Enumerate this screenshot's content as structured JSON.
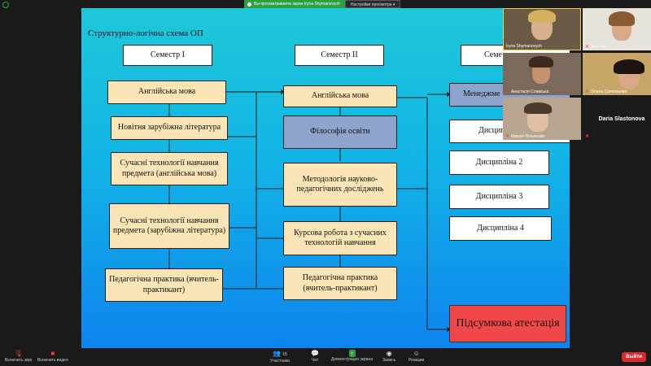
{
  "share_banner": {
    "viewing_text": "Вы просматриваете экран Iryna Shymanovych",
    "view_options": "Настройки просмотра"
  },
  "slide": {
    "title": "Структурно-логічна схема ОП",
    "col1": {
      "header": "Семестр I",
      "items": [
        "Англійська мова",
        "Новітня зарубіжна література",
        "Сучасні технології навчання предмета (англійська мова)",
        "Сучасні технології навчання предмета (зарубіжна література)",
        "Педагогічна практика (вчитель-практикант)"
      ]
    },
    "col2": {
      "header": "Семестр II",
      "items": [
        "Англійська мова",
        "Філософія освіти",
        "Методологія науково-педагогічних досліджень",
        "Курсова робота з сучасних технологій навчання",
        "Педагогічна практика (вчитель-практикант)"
      ]
    },
    "col3": {
      "header": "Семе",
      "items": [
        "Менеджме",
        "Дисципліна 1",
        "Дисципліна 2",
        "Дисципліна 3",
        "Дисципліна 4"
      ],
      "final": "Підсумкова атестація"
    }
  },
  "participants": [
    {
      "name": "Iryna Shymanovych",
      "muted": false
    },
    {
      "name": "Aria Fitz",
      "muted": true
    },
    {
      "name": "Анастасія Славська",
      "muted": true
    },
    {
      "name": "Олена Селезньова",
      "muted": true
    },
    {
      "name": "Михаїл Бітальєвіч",
      "muted": true
    },
    {
      "name": "Daria Slastonova",
      "muted": true
    }
  ],
  "toolbar": {
    "mute_label": "Включить звук",
    "video_label": "Включить видео",
    "participants_label": "Участники",
    "participants_count": "15",
    "chat_label": "Чат",
    "share_label": "Демонстрация экрана",
    "record_label": "Запись",
    "reactions_label": "Реакции",
    "leave_label": "Выйти"
  },
  "colors": {
    "share_green": "#2ea043",
    "leave_red": "#d92c2c",
    "slide_box_beige": "#fbe4b6",
    "slide_box_blue": "#8fa4cc",
    "slide_box_red": "#f04848"
  }
}
